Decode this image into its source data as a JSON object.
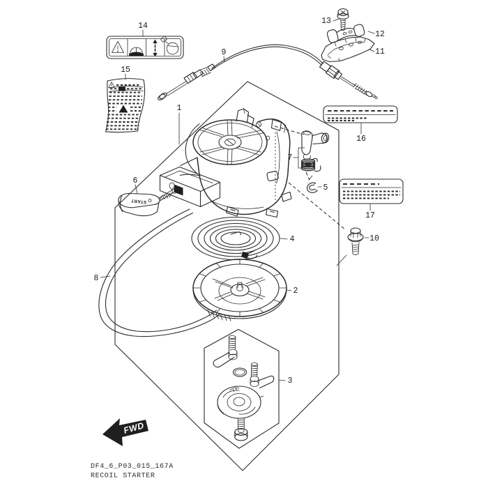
{
  "page": {
    "background": "#ffffff",
    "ink": "#2b2b2b"
  },
  "footer": {
    "drawing_code": "DF4_6_P03_015_167A",
    "title": "RECOIL STARTER"
  },
  "fwd_marker": {
    "label": "FWD"
  },
  "handle": {
    "label": "START"
  },
  "label14": {
    "icons": [
      "warning-triangle-icon",
      "owners-manual-book-icon",
      "vertical-arrow-icon",
      "recoil-rope-icon"
    ]
  },
  "callouts": {
    "c1": "1",
    "c2": "2",
    "c3": "3",
    "c4": "4",
    "c5": "5",
    "c6": "6",
    "c7": "7",
    "c8": "8",
    "c9": "9",
    "c10": "10",
    "c11": "11",
    "c12": "12",
    "c13": "13",
    "c14": "14",
    "c15": "15",
    "c16": "16",
    "c17": "17"
  }
}
